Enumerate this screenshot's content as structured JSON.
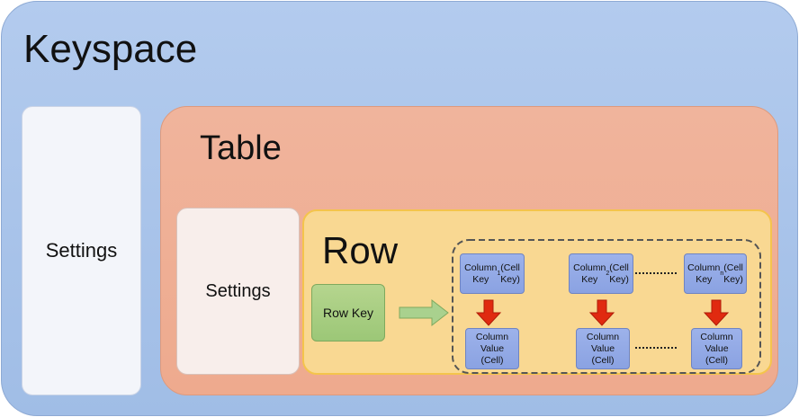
{
  "keyspace": {
    "title": "Keyspace",
    "settings_label": "Settings"
  },
  "table": {
    "title": "Table",
    "settings_label": "Settings"
  },
  "row": {
    "title": "Row",
    "row_key_label": "Row Key",
    "column_keys": [
      {
        "text": "Column\nKey",
        "sub": "1",
        "suffix": " (Cell\nKey)"
      },
      {
        "text": "Column\nKey",
        "sub": "2",
        "suffix": " (Cell\nKey)"
      },
      {
        "text": "Column\nKey",
        "sub": "n",
        "suffix": " (Cell\nKey)"
      }
    ],
    "column_values": [
      "Column\nValue\n(Cell)",
      "Column\nValue\n(Cell)",
      "Column\nValue\n(Cell)"
    ]
  },
  "colors": {
    "keyspace_bg": "#a9c4ea",
    "table_bg": "#efaf95",
    "row_bg": "#f9d892",
    "row_key_bg": "#a7cd82",
    "column_box_bg": "#93aae6",
    "down_arrow": "#e02a10",
    "right_arrow": "#a9d18e"
  }
}
